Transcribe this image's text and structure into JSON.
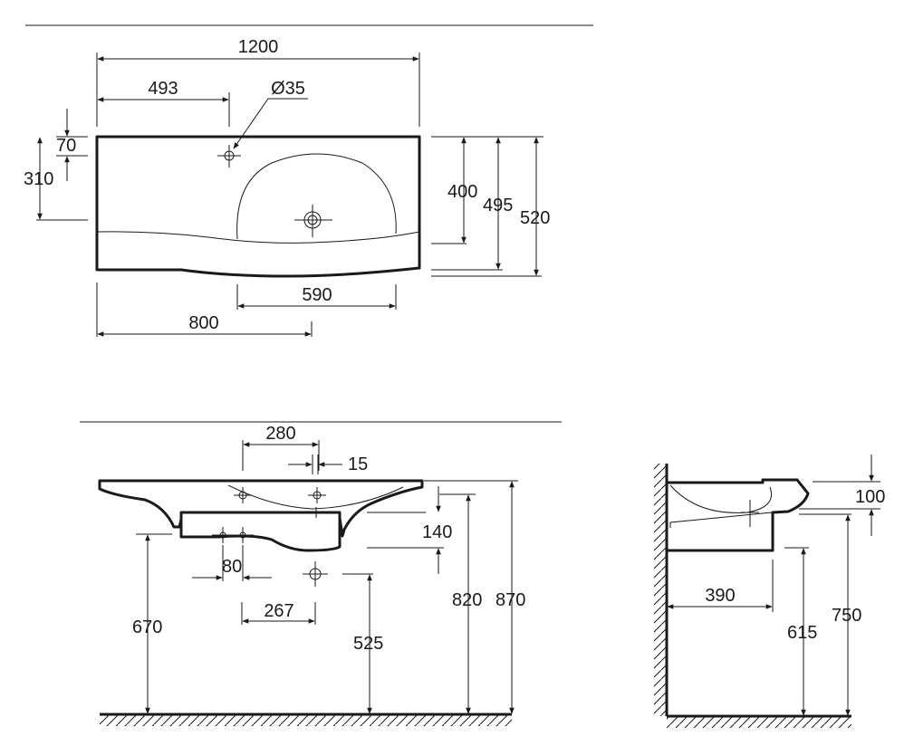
{
  "dimensions": {
    "top_width": "1200",
    "tap_offset": "493",
    "tap_hole_diameter": "Ø35",
    "tap_from_back": "70",
    "drain_from_back": "310",
    "bowl_depth": "400",
    "depth_mid": "495",
    "depth_total": "520",
    "bowl_width": "590",
    "drain_offset": "800",
    "front_bowl_width": "280",
    "front_overflow": "15",
    "front_height_140": "140",
    "front_hole_spacing": "80",
    "front_width_267": "267",
    "front_height_670": "670",
    "front_height_525": "525",
    "front_height_820": "820",
    "front_height_870": "870",
    "side_height_100": "100",
    "side_depth_390": "390",
    "side_height_615": "615",
    "side_height_750": "750"
  }
}
